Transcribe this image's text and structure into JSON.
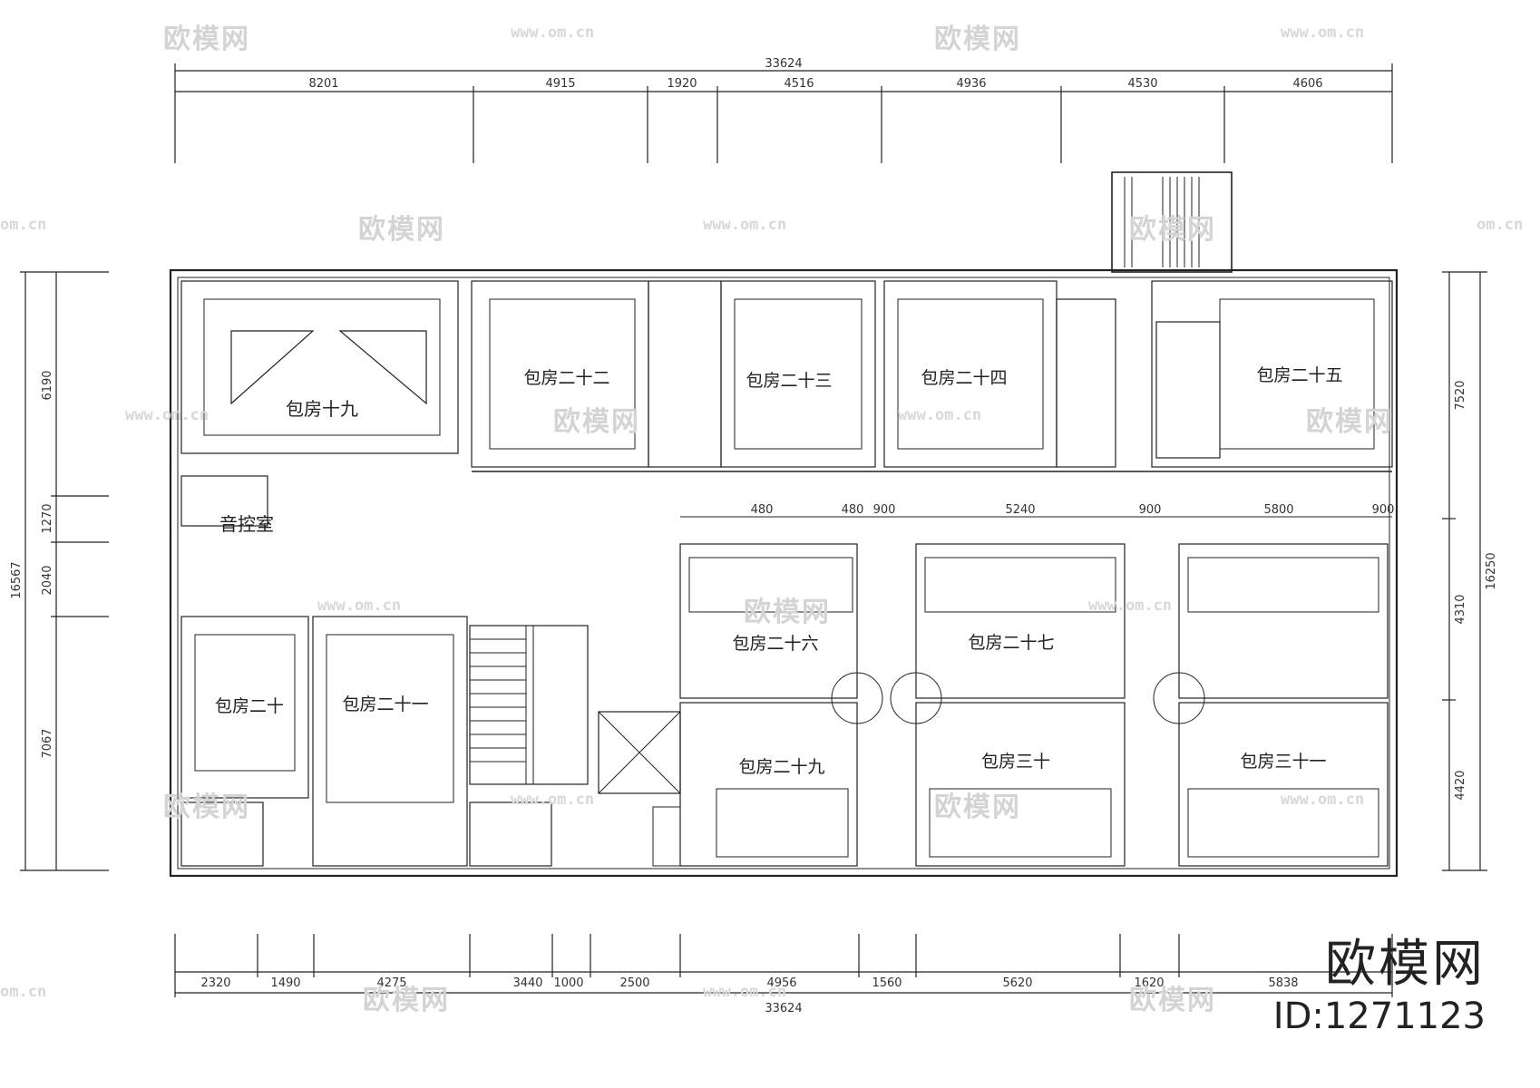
{
  "dimensions_top": {
    "total": "33624",
    "segments": [
      "8201",
      "4915",
      "1920",
      "4516",
      "4936",
      "4530",
      "4606"
    ]
  },
  "dimensions_bottom": {
    "total": "33624",
    "segments": [
      "2320",
      "1490",
      "4275",
      "3440",
      "1000",
      "2500",
      "4956",
      "1560",
      "5620",
      "1620",
      "5838"
    ]
  },
  "dimensions_left": {
    "total": "16567",
    "segments": [
      "6190",
      "1270",
      "2040",
      "7067"
    ]
  },
  "dimensions_right": {
    "total": "16250",
    "segments": [
      "7520",
      "4310",
      "4420"
    ]
  },
  "inner_dims": [
    "480",
    "480",
    "900",
    "5240",
    "900",
    "5800",
    "900"
  ],
  "rooms": {
    "r19": "包房十九",
    "r22": "包房二十二",
    "r23": "包房二十三",
    "r24": "包房二十四",
    "r25": "包房二十五",
    "r26": "包房二十六",
    "r27": "包房二十七",
    "r29": "包房二十九",
    "r30": "包房三十",
    "r31": "包房三十一",
    "r20": "包房二十",
    "r21": "包房二十一",
    "control": "音控室"
  },
  "watermark": {
    "brand": "欧模网",
    "site": "www.om.cn",
    "short": "om.cn"
  },
  "brand": {
    "name": "欧模网",
    "id": "ID:1271123"
  },
  "colors": {
    "line": "#222222",
    "watermark": "#d4d4d4"
  }
}
